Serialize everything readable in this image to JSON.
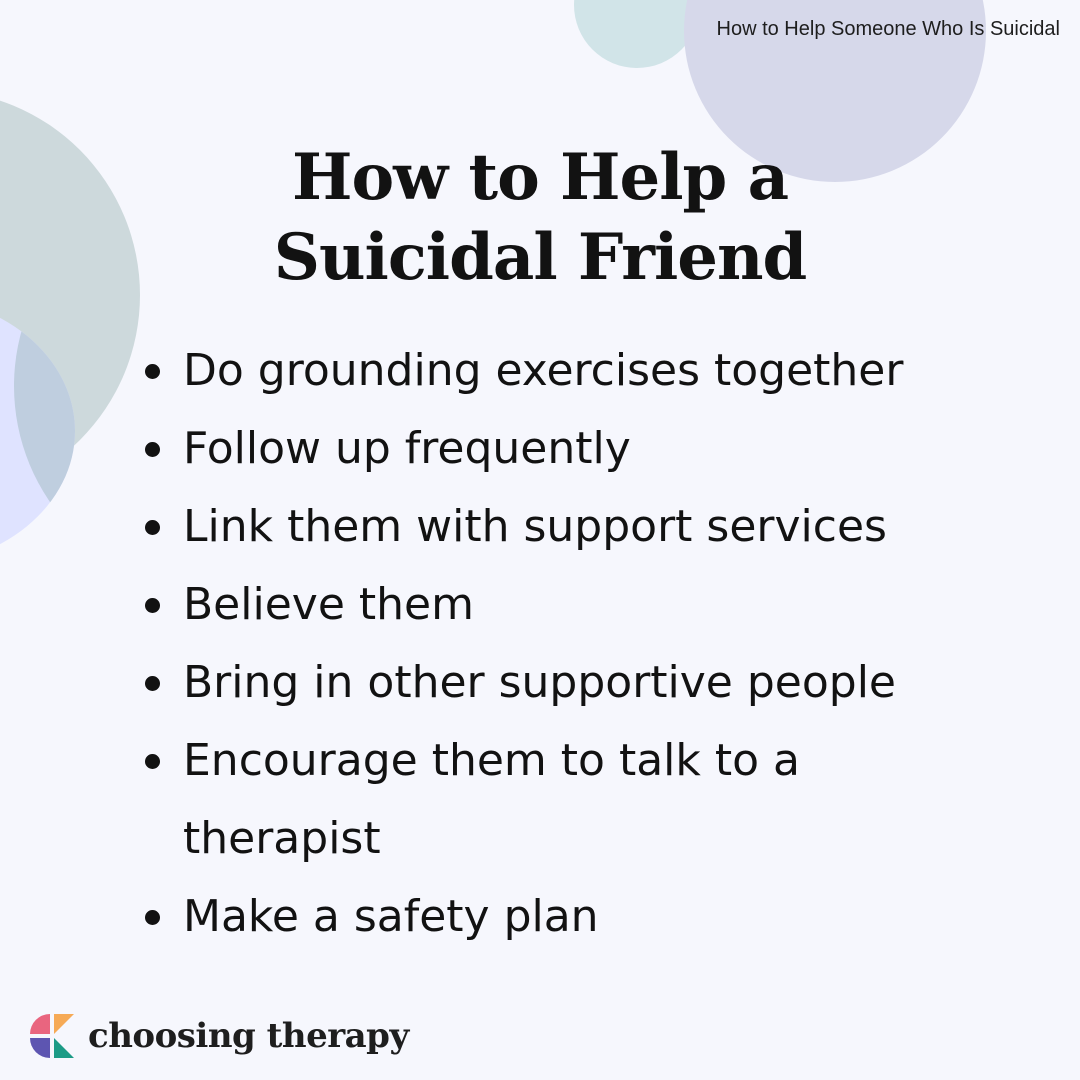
{
  "header": {
    "label": "How to Help Someone Who Is Suicidal"
  },
  "title": {
    "line1": "How to Help a",
    "line2": "Suicidal Friend"
  },
  "items": [
    "Do grounding exercises together",
    "Follow up frequently",
    "Link them with support services",
    "Believe them",
    "Bring in other supportive people",
    "Encourage them to talk to a therapist",
    "Make a safety plan"
  ],
  "brand": {
    "name": "choosing therapy",
    "logo_icon": "choosing-therapy-logo-icon",
    "colors": {
      "pink": "#e9657f",
      "orange": "#f6aa56",
      "purple": "#5d55b1",
      "teal": "#1c9b86"
    }
  },
  "decor_colors": {
    "background": "#f6f7fd",
    "circle_sage": "#cdd9dc",
    "circle_periwinkle": "#dfe3ff",
    "circle_lavender": "#d6d8ea",
    "circle_mint": "#d1e4e8"
  }
}
